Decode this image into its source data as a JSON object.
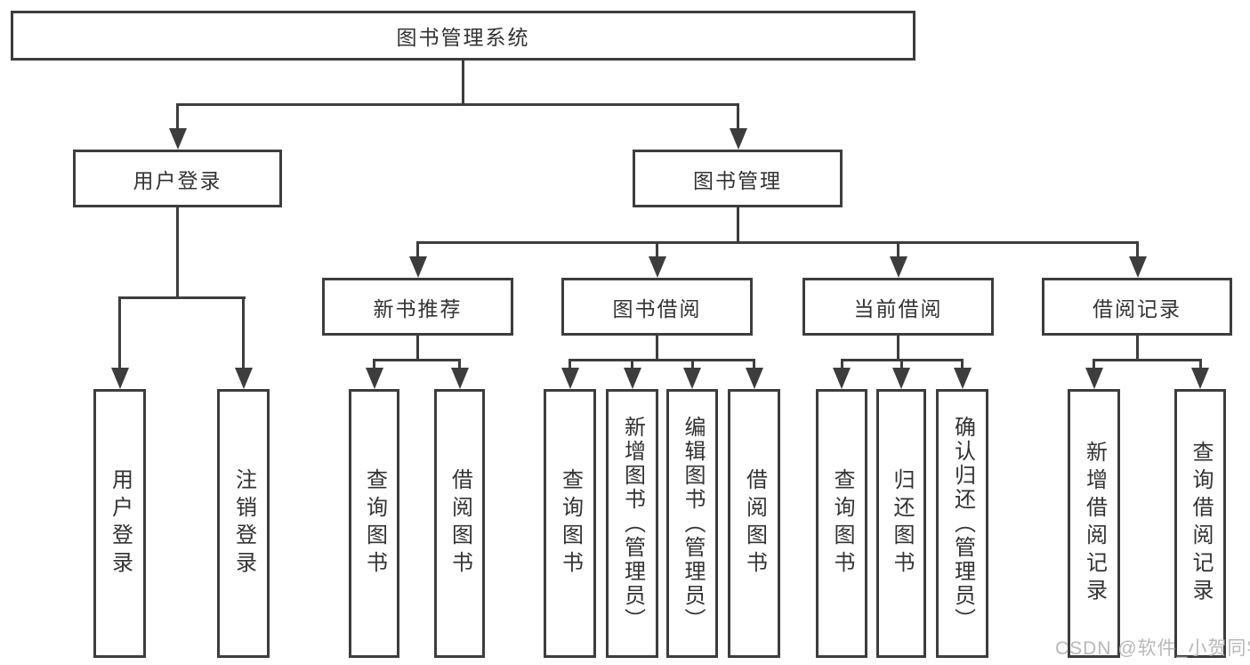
{
  "tree": {
    "label": "图书管理系统",
    "children": [
      {
        "label": "用户登录",
        "children": [
          {
            "label": "用户登录"
          },
          {
            "label": "注销登录"
          }
        ]
      },
      {
        "label": "图书管理",
        "children": [
          {
            "label": "新书推荐",
            "children": [
              {
                "label": "查询图书"
              },
              {
                "label": "借阅图书"
              }
            ]
          },
          {
            "label": "图书借阅",
            "children": [
              {
                "label": "查询图书"
              },
              {
                "label": "新增图书（管理员）"
              },
              {
                "label": "编辑图书（管理员）"
              },
              {
                "label": "借阅图书"
              }
            ]
          },
          {
            "label": "当前借阅",
            "children": [
              {
                "label": "查询图书"
              },
              {
                "label": "归还图书"
              },
              {
                "label": "确认归还（管理员）"
              }
            ]
          },
          {
            "label": "借阅记录",
            "children": [
              {
                "label": "新增借阅记录"
              },
              {
                "label": "查询借阅记录"
              }
            ]
          }
        ]
      }
    ]
  },
  "watermark": {
    "text": "CSDN @软件_小贺同学"
  },
  "colors": {
    "line": "#3d3d3d",
    "box_border": "#3d3d3d",
    "text": "#333333",
    "watermark": "#b8b8b8",
    "background": "#ffffff"
  }
}
